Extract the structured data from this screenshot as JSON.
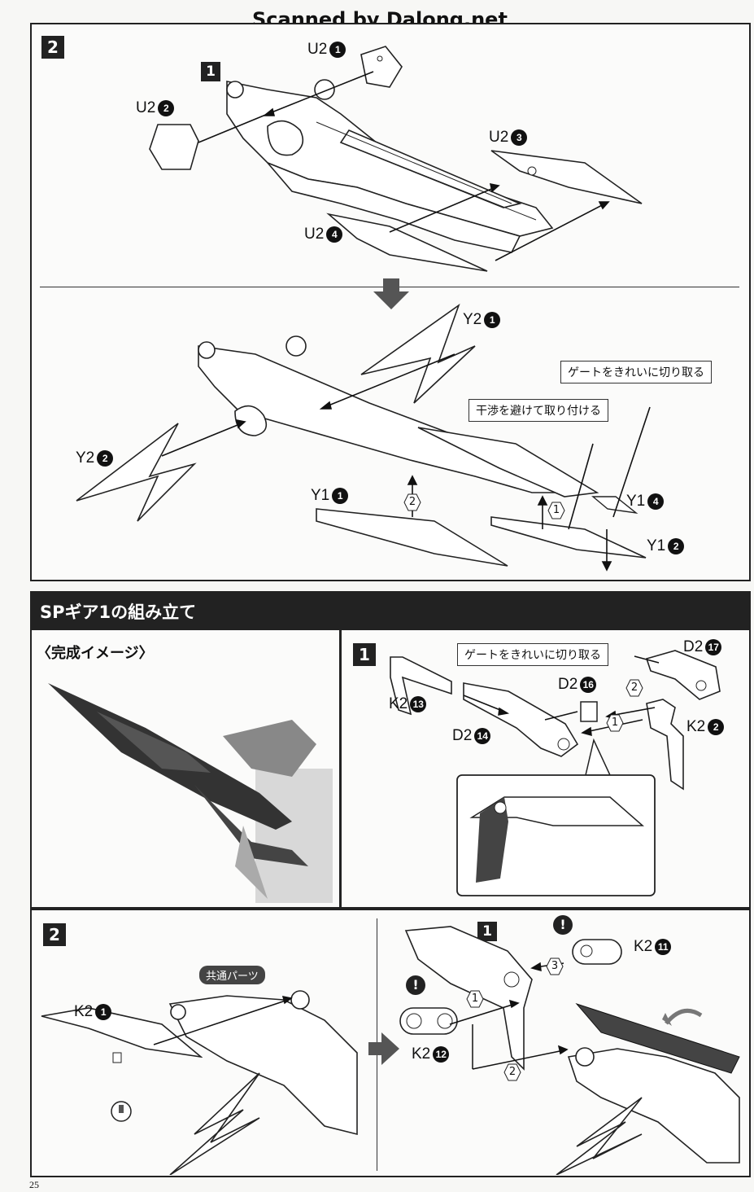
{
  "watermark": "Scanned by Dalong.net",
  "page_number": "25",
  "section_a": {
    "step": "2",
    "inner_step": "1",
    "parts_top": [
      {
        "code": "U2",
        "num": "1"
      },
      {
        "code": "U2",
        "num": "2"
      },
      {
        "code": "U2",
        "num": "3"
      },
      {
        "code": "U2",
        "num": "4"
      }
    ],
    "parts_bottom": [
      {
        "code": "Y2",
        "num": "1"
      },
      {
        "code": "Y2",
        "num": "2"
      },
      {
        "code": "Y1",
        "num": "1"
      },
      {
        "code": "Y1",
        "num": "4"
      },
      {
        "code": "Y1",
        "num": "2"
      }
    ],
    "note_gate": "ゲートをきれいに切り取る",
    "note_avoid": "干渉を避けて取り付ける",
    "order_1": "1",
    "order_2": "2"
  },
  "section_b": {
    "title": "SPギア1の組み立て",
    "image_caption": "〈完成イメージ〉",
    "step": "1",
    "note_gate": "ゲートをきれいに切り取る",
    "parts": [
      {
        "code": "D2",
        "num": "17"
      },
      {
        "code": "D2",
        "num": "16"
      },
      {
        "code": "K2",
        "num": "13"
      },
      {
        "code": "D2",
        "num": "14"
      },
      {
        "code": "K2",
        "num": "2"
      }
    ],
    "order_1": "1",
    "order_2": "2"
  },
  "section_c": {
    "step": "2",
    "inner_step": "1",
    "common_parts_badge": "共通パーツ",
    "parts": [
      {
        "code": "K2",
        "num": "1"
      },
      {
        "code": "K2",
        "num": "11"
      },
      {
        "code": "K2",
        "num": "12"
      }
    ],
    "order_1": "1",
    "order_2": "2",
    "order_3": "3",
    "caution": "!"
  }
}
